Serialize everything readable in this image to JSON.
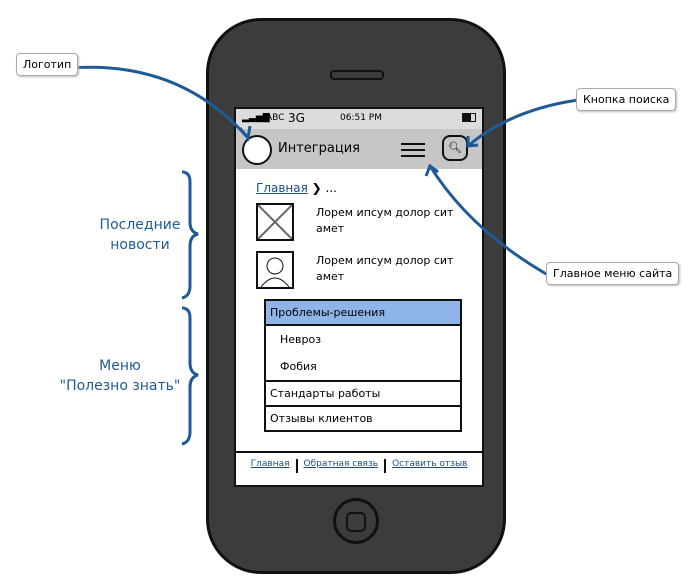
{
  "status": {
    "carrier": "ABC",
    "network": "3G",
    "time": "06:51 PM"
  },
  "header": {
    "title": "Интеграция"
  },
  "breadcrumb": {
    "home": "Главная",
    "sep": "❯ ..."
  },
  "news": [
    {
      "text": "Лорем ипсум долор сит амет"
    },
    {
      "text": "Лорем ипсум долор сит амет"
    }
  ],
  "menu": {
    "active": "Проблемы-решения",
    "sub": [
      "Невроз",
      "Фобия"
    ],
    "items": [
      "Стандарты работы",
      "Отзывы клиентов"
    ]
  },
  "footer": [
    "Главная",
    "Обратная связь",
    "Оставить отзыв"
  ],
  "annotations": {
    "logo": "Логотип",
    "search": "Кнопка поиска",
    "main_menu": "Главное меню сайта",
    "news_line1": "Последние",
    "news_line2": "новости",
    "menu_line1": "Меню",
    "menu_line2": "\"Полезно знать\""
  },
  "colors": {
    "accent": "#1f5a96",
    "active": "#8fb4ea"
  }
}
